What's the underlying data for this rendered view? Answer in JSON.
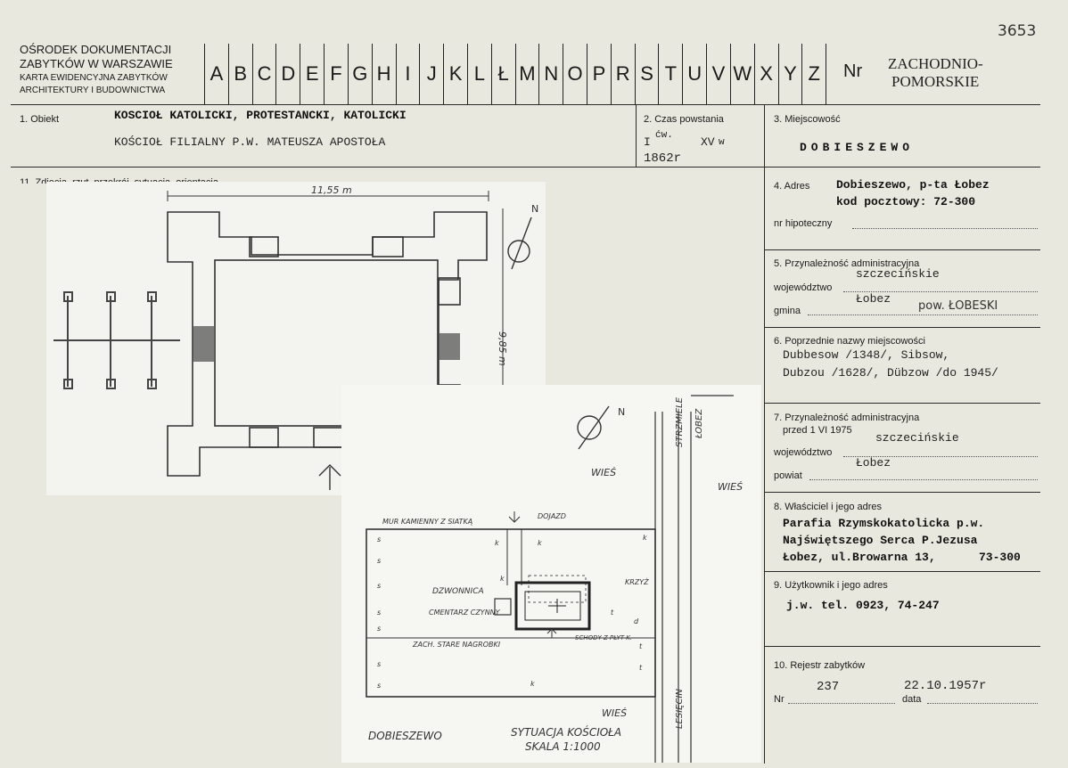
{
  "header": {
    "org_line1": "OŚRODEK DOKUMENTACJI",
    "org_line2": "ZABYTKÓW W WARSZAWIE",
    "org_line3": "KARTA EWIDENCYJNA ZABYTKÓW",
    "org_line4": "ARCHITEKTURY I BUDOWNICTWA",
    "letters": [
      "A",
      "B",
      "C",
      "D",
      "E",
      "F",
      "G",
      "H",
      "I",
      "J",
      "K",
      "L",
      "Ł",
      "M",
      "N",
      "O",
      "P",
      "R",
      "S",
      "T",
      "U",
      "V",
      "W",
      "X",
      "Y",
      "Z"
    ],
    "nr_label": "Nr",
    "region_line1": "ZACHODNIO-",
    "region_line2": "POMORSKIE",
    "card_number": "3653"
  },
  "obiekt": {
    "label": "1. Obiekt",
    "line1": "KOSCIOŁ KATOLICKI, PROTESTANCKI, KATOLICKI",
    "line2": "KOŚCIOŁ FILIALNY P.W. MATEUSZA APOSTOŁA"
  },
  "czas": {
    "label": "2. Czas powstania",
    "line1_a": "I",
    "line1_b": "ćw.",
    "line1_c": "XV",
    "line1_d": "w",
    "line2": "1862r"
  },
  "miejscowosc": {
    "label": "3. Miejscowość",
    "value": "DOBIESZEWO"
  },
  "zdjecia": {
    "label": "11. Zdjęcia, rzut, przekrój, sytuacja, orientacja"
  },
  "adres": {
    "label": "4. Adres",
    "line1": "Dobieszewo, p-ta Łobez",
    "line2": "kod pocztowy: 72-300",
    "hipoteczny_label": "nr hipoteczny"
  },
  "przynaleznosc": {
    "label": "5. Przynależność administracyjna",
    "wojewodztwo_label": "województwo",
    "wojewodztwo_value": "szczecińskie",
    "gmina_label": "gmina",
    "gmina_value": "Łobez",
    "gmina_hand": "pow. ŁOBESKI"
  },
  "poprzednie": {
    "label": "6. Poprzednie nazwy miejscowości",
    "line1": "Dubbesow /1348/, Sibsow,",
    "line2": "Dubzou /1628/, Dübzow /do 1945/"
  },
  "przed1975": {
    "label": "7. Przynależność administracyjna",
    "sub": "przed 1 VI 1975",
    "wojewodztwo_label": "województwo",
    "wojewodztwo_value": "szczecińskie",
    "powiat_label": "powiat",
    "powiat_value": "Łobez"
  },
  "wlasciciel": {
    "label": "8. Właściciel i jego adres",
    "line1": "Parafia Rzymskokatolicka p.w.",
    "line2": "Najświętszego Serca P.Jezusa",
    "line3": "Łobez, ul.Browarna 13,",
    "line3_hand": "73-300"
  },
  "uzytkownik": {
    "label": "9. Użytkownik i jego adres",
    "value": "j.w. tel. 0923, 74-247"
  },
  "rejestr": {
    "label": "10. Rejestr zabytków",
    "nr_label": "Nr",
    "nr_value": "237",
    "data_label": "data",
    "data_value": "22.10.1957r"
  },
  "plan": {
    "width_dim": "11,55 m",
    "depth_dim": "9,85 m",
    "north": "N"
  },
  "sytuacja": {
    "north": "N",
    "wies_1": "WIEŚ",
    "wies_2": "WIEŚ",
    "wies_3": "WIEŚ",
    "strzmiele": "STRZMIELE",
    "lobez": "ŁOBEZ",
    "lesiecin": "LESIĘCIN",
    "mur": "MUR KAMIENNY Z SIATKĄ",
    "dojazd": "DOJAZD",
    "dzwonnica": "DZWONNICA",
    "cmentarz": "CMENTARZ CZYNNY",
    "krzyz": "KRZYŻ",
    "nagrobki": "ZACH. STARE NAGROBKI",
    "schody": "SCHODY Z PŁYT K.",
    "caption_place": "DOBIESZEWO",
    "caption_title": "SYTUACJA KOŚCIOŁA",
    "caption_scale": "SKALA 1:1000"
  }
}
